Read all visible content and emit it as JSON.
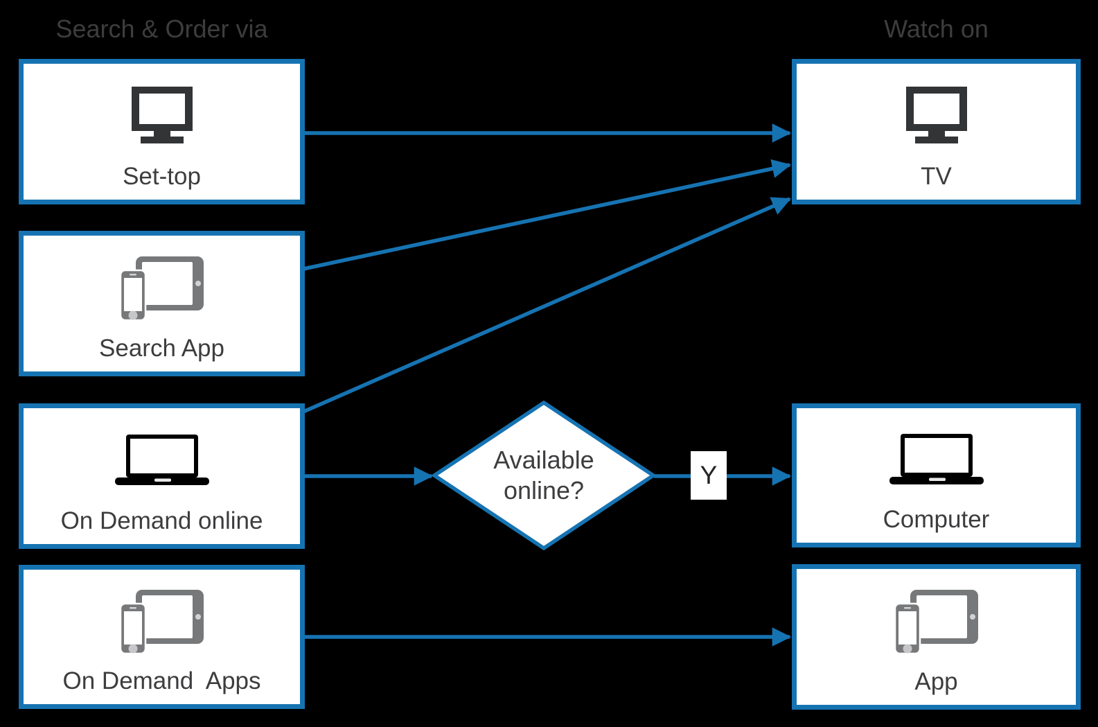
{
  "headers": {
    "left": "Search & Order via",
    "right": "Watch on"
  },
  "left_column": {
    "items": [
      {
        "label": "Set-top",
        "icon": "tv-icon"
      },
      {
        "label": "Search App",
        "icon": "tablet-phone-icon"
      },
      {
        "label": "On Demand online",
        "icon": "laptop-icon"
      },
      {
        "label": "On Demand  Apps",
        "icon": "tablet-phone-icon"
      }
    ]
  },
  "right_column": {
    "items": [
      {
        "label": "TV",
        "icon": "tv-icon"
      },
      {
        "label": "Computer",
        "icon": "laptop-icon"
      },
      {
        "label": "App",
        "icon": "tablet-phone-icon"
      }
    ]
  },
  "decision": {
    "label": "Available online?"
  },
  "edges": [
    {
      "from": "Set-top",
      "to": "TV",
      "label": ""
    },
    {
      "from": "Search App",
      "to": "TV",
      "label": ""
    },
    {
      "from": "On Demand online",
      "to": "TV",
      "label": ""
    },
    {
      "from": "On Demand online",
      "to": "Available online?",
      "label": ""
    },
    {
      "from": "Available online?",
      "to": "Computer",
      "label": "Y"
    },
    {
      "from": "On Demand  Apps",
      "to": "App",
      "label": ""
    }
  ],
  "colors": {
    "accent_blue": "#1673b2",
    "background": "#000000",
    "node_fill": "#ffffff",
    "text_gray": "#3d3d3f",
    "icon_gray": "#77787a",
    "icon_dark": "#333436",
    "icon_black": "#000000"
  }
}
